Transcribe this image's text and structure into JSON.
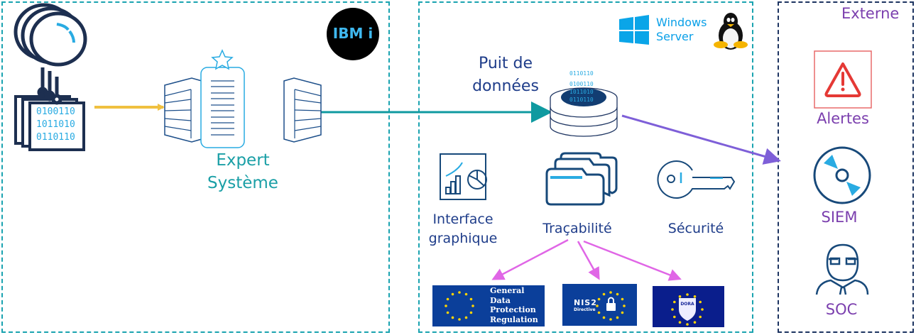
{
  "colors": {
    "teal": "#1aa3b0",
    "navy": "#1d3461",
    "label_navy": "#1f3d8a",
    "purple": "#7b3fae",
    "sky": "#29abe2",
    "yellow_arrow": "#f0c040",
    "teal_arrow": "#0f9aa0",
    "purple_arrow": "#7e5fd8",
    "magenta_arrow": "#e066e6",
    "alert_red": "#e53935",
    "eu_blue": "#0b3f9a"
  },
  "source": {
    "icon": "binary-code-devices-icon",
    "binary_lines": [
      "0100110",
      "1011010",
      "0110110"
    ]
  },
  "ibm_panel": {
    "logo": "IBM i",
    "expert": {
      "icon": "expert-system-server-icon",
      "line1": "Expert",
      "line2": "Système"
    }
  },
  "server_panel": {
    "platforms": {
      "windows_line1": "Windows",
      "windows_line2": "Server",
      "linux_icon": "tux-penguin-icon",
      "windows_icon": "windows-logo-icon"
    },
    "datasink": {
      "line1": "Puit de",
      "line2": "données",
      "icon": "database-icon",
      "binary_lines": [
        "0110110",
        "0100110",
        "1011010",
        "0110110"
      ]
    },
    "features": [
      {
        "icon": "dashboard-chart-icon",
        "line1": "Interface",
        "line2": "graphique"
      },
      {
        "icon": "folders-icon",
        "line1": "Traçabilité"
      },
      {
        "icon": "key-icon",
        "line1": "Sécurité"
      }
    ],
    "regulations": {
      "gdpr": [
        "General",
        "Data",
        "Protection",
        "Regulation"
      ],
      "nis2": {
        "title": "NIS2",
        "subtitle": "Directive"
      },
      "dora": "DORA"
    }
  },
  "external_panel": {
    "title": "Externe",
    "items": [
      {
        "icon": "warning-alert-icon",
        "label": "Alertes"
      },
      {
        "icon": "siem-disc-icon",
        "label": "SIEM"
      },
      {
        "icon": "soc-operator-icon",
        "label": "SOC"
      }
    ]
  }
}
